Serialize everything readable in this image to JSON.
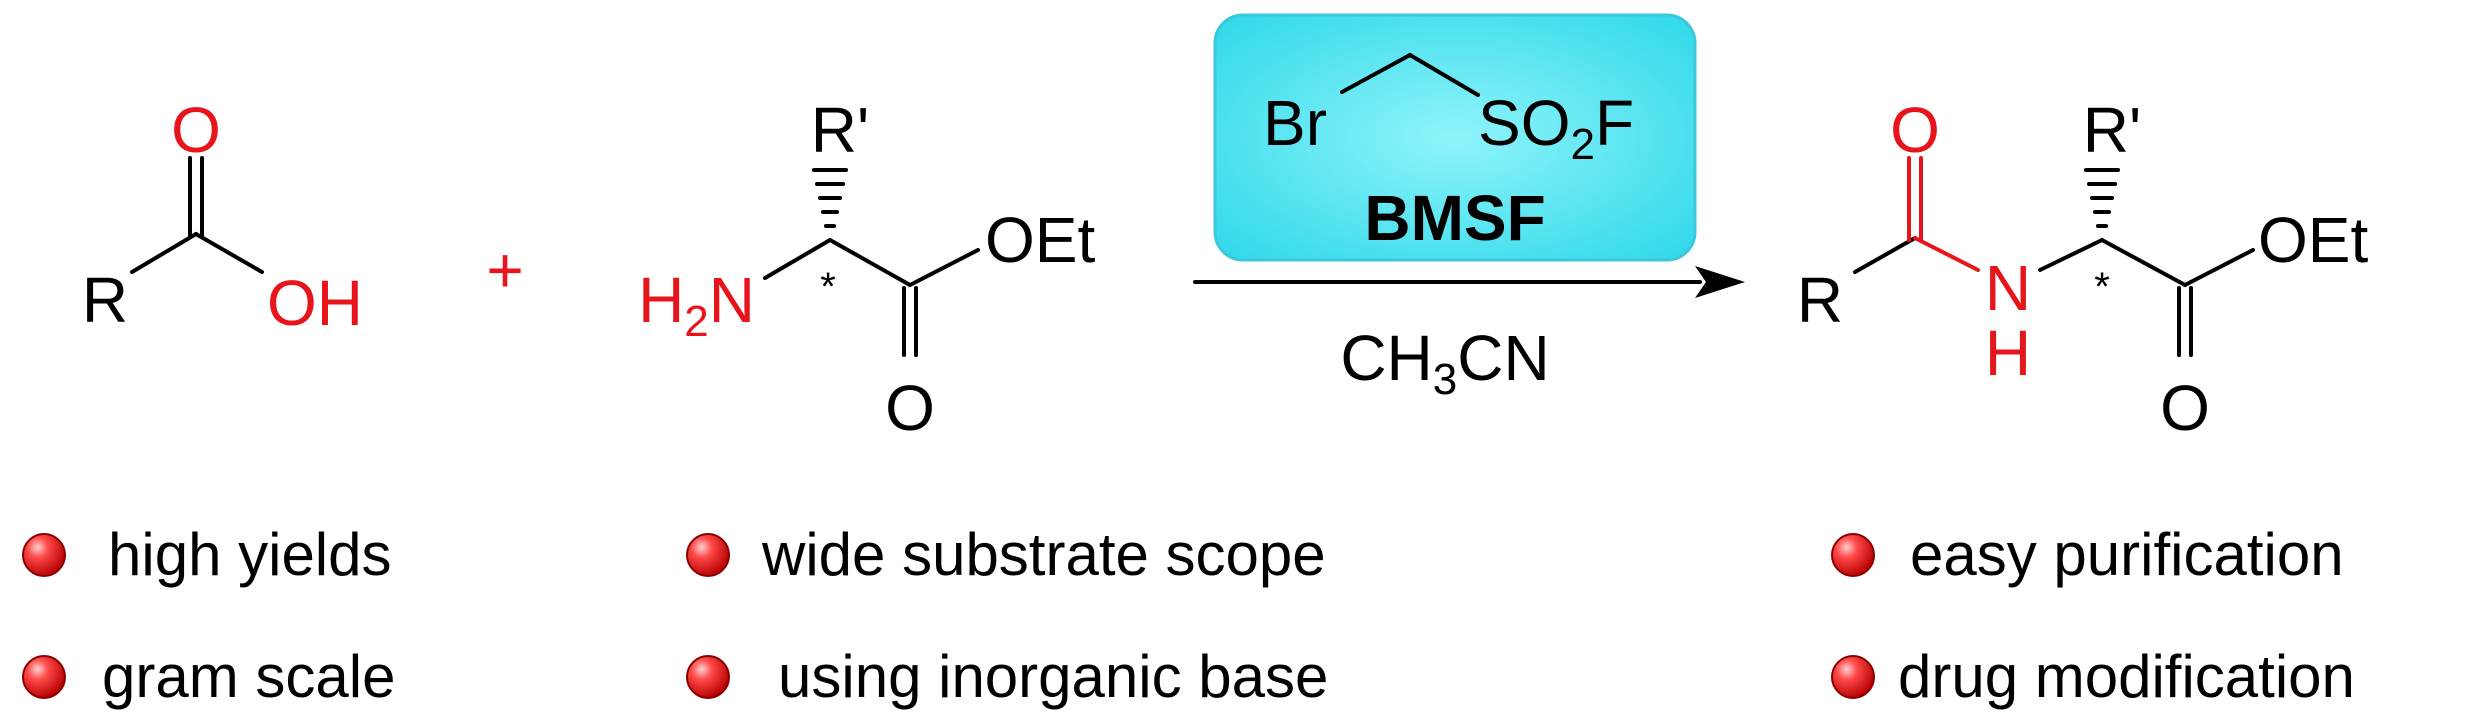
{
  "colors": {
    "accent_red": "#e8141c",
    "reagent_box": "#5ce6f0",
    "reagent_box_border": "#3cc8dc"
  },
  "labels": {
    "r": "R",
    "rprime": "R'",
    "o": "O",
    "oh": "OH",
    "plus": "+",
    "h": "H",
    "two": "2",
    "n": "N",
    "nh_h": "H",
    "asterisk": "*",
    "oet": "OEt"
  },
  "reagent": {
    "br": "Br",
    "so": "SO",
    "so_sub": "2",
    "f": "F",
    "name": "BMSF"
  },
  "solvent": {
    "ch": "CH",
    "sub": "3",
    "cn": "CN"
  },
  "features": [
    "high yields",
    "gram scale",
    "wide substrate scope",
    "using inorganic base",
    "easy purification",
    "drug modification"
  ]
}
